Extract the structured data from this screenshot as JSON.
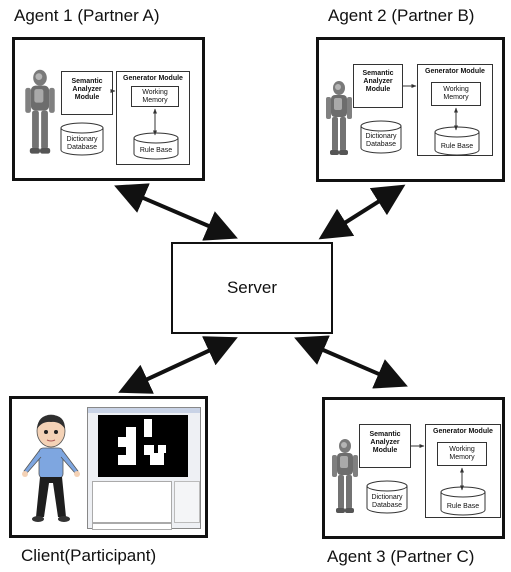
{
  "agent1": {
    "title": "Agent 1 (Partner A)"
  },
  "agent2": {
    "title": "Agent 2 (Partner B)"
  },
  "agent3": {
    "title": "Agent 3 (Partner C)"
  },
  "client": {
    "title": "Client(Participant)"
  },
  "server": {
    "label": "Server"
  },
  "module": {
    "semantic": "Semantic Analyzer Module",
    "generator": "Generator Module",
    "working_memory": "Working Memory",
    "rule_base": "Rule Base",
    "dictionary": "Dictionary Database"
  }
}
